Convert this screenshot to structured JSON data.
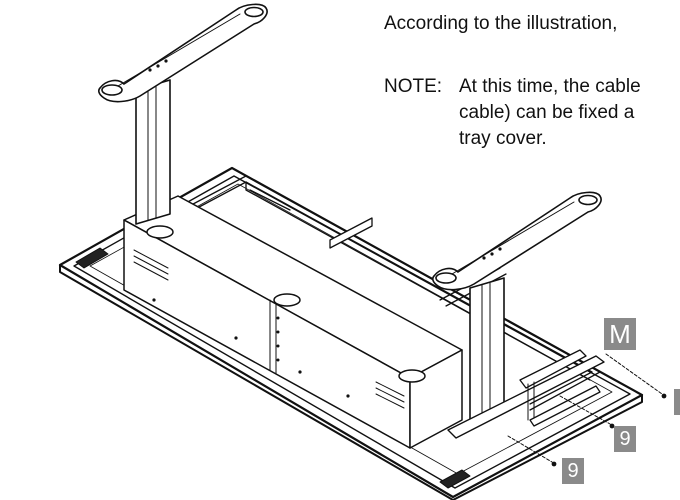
{
  "instructions": {
    "line1": "According to the illustration,",
    "note_label": "NOTE:",
    "line2": "At this time, the cable",
    "line3": "cable) can be fixed a",
    "line4": "tray cover."
  },
  "callouts": {
    "m": "M",
    "nine_a": "9",
    "nine_b": "9"
  },
  "colors": {
    "ink": "#111111",
    "callout_bg": "#8a8a8a",
    "callout_text": "#ffffff"
  },
  "illustration": "desk-frame-assembly-icon"
}
